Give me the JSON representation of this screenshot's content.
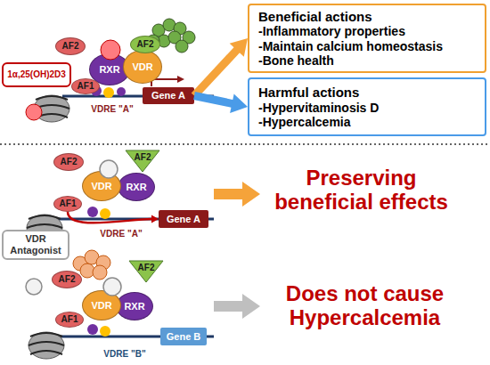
{
  "diagram": {
    "nodes": [
      {
        "text": [
          "1α,25(OH)2D3"
        ]
      },
      {
        "text": [
          "AF2"
        ]
      },
      {
        "text": [
          "AF2"
        ]
      },
      {
        "text": [
          "RXR"
        ]
      },
      {
        "text": [
          "VDR"
        ]
      },
      {
        "text": [
          "AF1"
        ]
      },
      {
        "text": [
          "Gene A"
        ]
      },
      {
        "text": [
          "Beneficial actions",
          "-Inflammatory properties",
          "-Maintain calcium homeostasis",
          "-Bone health"
        ]
      },
      {
        "text": [
          "Harmful actions",
          "-Hypervitaminosis D",
          "-Hypercalcemia"
        ]
      },
      {
        "text": [
          "VDR Antagonist"
        ]
      },
      {
        "text": [
          "AF2"
        ]
      },
      {
        "text": [
          "AF2"
        ]
      },
      {
        "text": [
          "VDR"
        ]
      },
      {
        "text": [
          "RXR"
        ]
      },
      {
        "text": [
          "AF1"
        ]
      },
      {
        "text": [
          "Gene A"
        ]
      },
      {
        "text": [
          "AF2"
        ]
      },
      {
        "text": [
          "AF2"
        ]
      },
      {
        "text": [
          "VDR"
        ]
      },
      {
        "text": [
          "RXR"
        ]
      },
      {
        "text": [
          "AF1"
        ]
      },
      {
        "text": [
          "Gene B"
        ]
      }
    ],
    "edges": [
      {
        "from": 6,
        "to": 7,
        "arrow": "to"
      },
      {
        "from": 6,
        "to": 8,
        "arrow": "to"
      },
      {
        "from": 14,
        "to": 15,
        "arrow": "to"
      }
    ],
    "labels": [
      "VDRE \"A\"",
      "Preserving beneficial effects",
      "VDRE \"A\"",
      "Does not cause Hypercalcemia",
      "VDRE \"B\""
    ]
  }
}
